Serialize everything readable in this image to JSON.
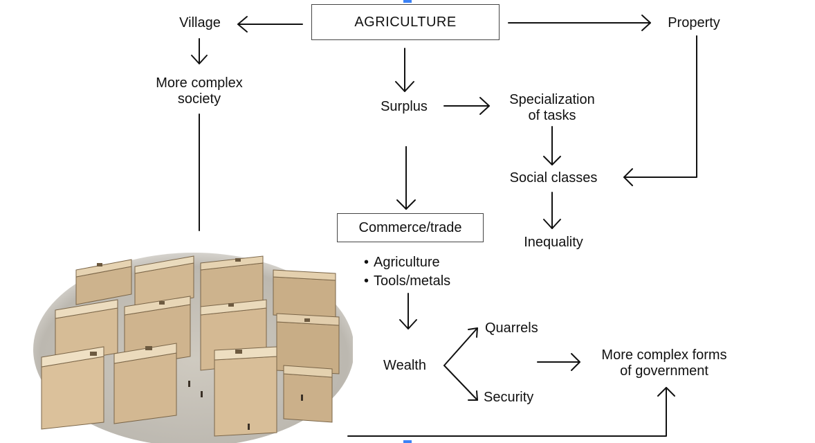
{
  "nodes": {
    "agriculture": "AGRICULTURE",
    "village": "Village",
    "property": "Property",
    "complex_society_line1": "More complex",
    "complex_society_line2": "society",
    "surplus": "Surplus",
    "specialization_line1": "Specialization",
    "specialization_line2": "of tasks",
    "social_classes": "Social classes",
    "inequality": "Inequality",
    "commerce": "Commerce/trade",
    "commerce_items": [
      "Agriculture",
      "Tools/metals"
    ],
    "wealth": "Wealth",
    "quarrels": "Quarrels",
    "security": "Security",
    "government_line1": "More complex forms",
    "government_line2": "of government"
  },
  "illustration": "neolithic-settlement-illustration",
  "colors": {
    "arrow": "#111111",
    "box_border": "#444444",
    "marker": "#3b82f6",
    "mud_brick": "#d9c2a0",
    "ground": "#c9c5bd"
  }
}
